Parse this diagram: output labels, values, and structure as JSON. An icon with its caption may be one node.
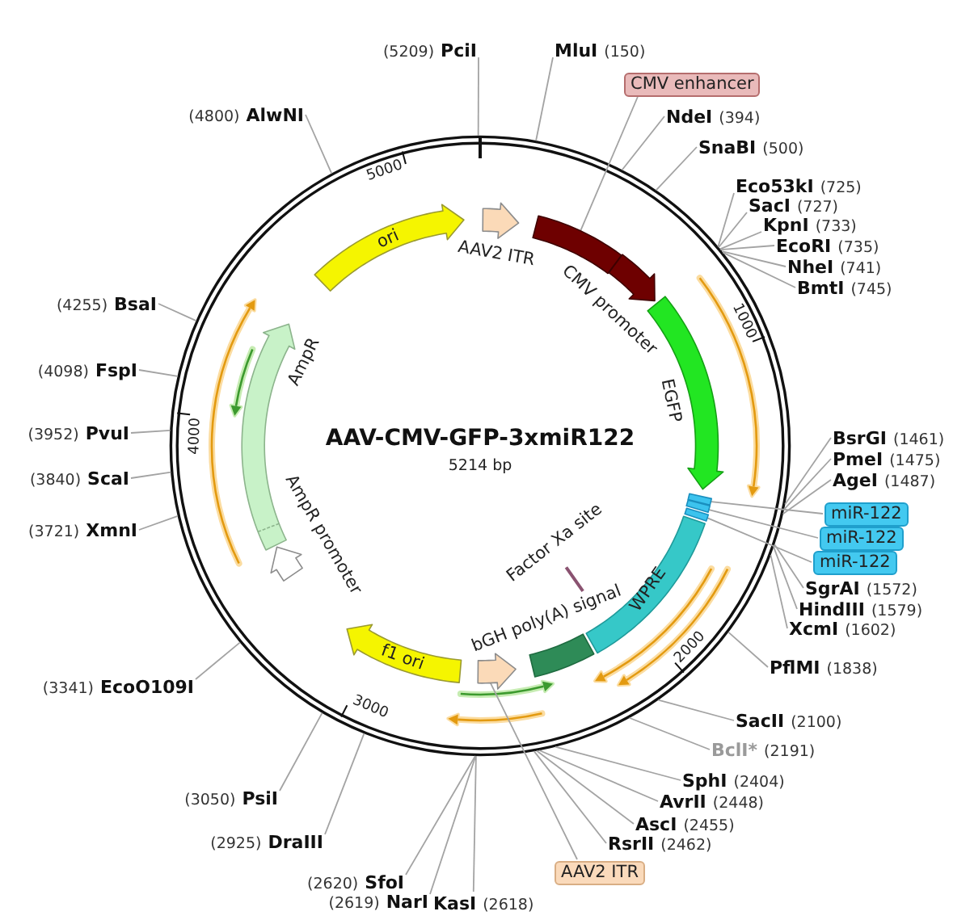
{
  "diagram": {
    "title": "AAV-CMV-GFP-3xmiR122",
    "nodes": [
      {
        "text": [
          "(5209)",
          "PciI"
        ]
      },
      {
        "text": [
          "MluI",
          "(150)"
        ]
      },
      {
        "text": [
          "CMV enhancer"
        ]
      },
      {
        "text": [
          "NdeI",
          "(394)"
        ]
      },
      {
        "text": [
          "SnaBI",
          "(500)"
        ]
      },
      {
        "text": [
          "Eco53kI",
          "(725)"
        ]
      },
      {
        "text": [
          "SacI",
          "(727)"
        ]
      },
      {
        "text": [
          "KpnI",
          "(733)"
        ]
      },
      {
        "text": [
          "EcoRI",
          "(735)"
        ]
      },
      {
        "text": [
          "NheI",
          "(741)"
        ]
      },
      {
        "text": [
          "BmtI",
          "(745)"
        ]
      },
      {
        "text": [
          "BsrGI",
          "(1461)"
        ]
      },
      {
        "text": [
          "PmeI",
          "(1475)"
        ]
      },
      {
        "text": [
          "AgeI",
          "(1487)"
        ]
      },
      {
        "text": [
          "miR-122"
        ]
      },
      {
        "text": [
          "miR-122"
        ]
      },
      {
        "text": [
          "miR-122"
        ]
      },
      {
        "text": [
          "SgrAI",
          "(1572)"
        ]
      },
      {
        "text": [
          "HindIII",
          "(1579)"
        ]
      },
      {
        "text": [
          "XcmI",
          "(1602)"
        ]
      },
      {
        "text": [
          "PflMI",
          "(1838)"
        ]
      },
      {
        "text": [
          "SacII",
          "(2100)"
        ]
      },
      {
        "text": [
          "BclI*",
          "(2191)"
        ]
      },
      {
        "text": [
          "SphI",
          "(2404)"
        ]
      },
      {
        "text": [
          "AvrII",
          "(2448)"
        ]
      },
      {
        "text": [
          "AscI",
          "(2455)"
        ]
      },
      {
        "text": [
          "RsrII",
          "(2462)"
        ]
      },
      {
        "text": [
          "AAV2 ITR"
        ]
      },
      {
        "text": [
          "KasI",
          "(2618)"
        ]
      },
      {
        "text": [
          "(2619)",
          "NarI"
        ]
      },
      {
        "text": [
          "(2620)",
          "SfoI"
        ]
      },
      {
        "text": [
          "(2925)",
          "DraIII"
        ]
      },
      {
        "text": [
          "(3050)",
          "PsiI"
        ]
      },
      {
        "text": [
          "(3341)",
          "EcoO109I"
        ]
      },
      {
        "text": [
          "(3721)",
          "XmnI"
        ]
      },
      {
        "text": [
          "(3840)",
          "ScaI"
        ]
      },
      {
        "text": [
          "(3952)",
          "PvuI"
        ]
      },
      {
        "text": [
          "(4098)",
          "FspI"
        ]
      },
      {
        "text": [
          "(4255)",
          "BsaI"
        ]
      },
      {
        "text": [
          "(4800)",
          "AlwNI"
        ]
      },
      {
        "text": [],
        "shape": "arrow",
        "beside": [
          "AAV2 ITR"
        ]
      },
      {
        "text": [],
        "shape": "bar"
      },
      {
        "text": [],
        "shape": "arrow",
        "beside": [
          "CMV promoter"
        ]
      },
      {
        "text": [],
        "shape": "arrow",
        "beside": [
          "EGFP"
        ]
      },
      {
        "text": [],
        "shape": "bar"
      },
      {
        "text": [],
        "shape": "bar"
      },
      {
        "text": [],
        "shape": "bar"
      },
      {
        "text": [
          "WPRE"
        ]
      },
      {
        "text": [],
        "shape": "bar",
        "beside": [
          "Factor Xa site"
        ]
      },
      {
        "text": [],
        "shape": "bar",
        "beside": [
          "bGH poly(A) signal"
        ]
      },
      {
        "text": [],
        "shape": "arrow"
      },
      {
        "text": [
          "f1 ori"
        ]
      },
      {
        "text": [],
        "shape": "arrow",
        "beside": [
          "AmpR promoter"
        ]
      },
      {
        "text": [],
        "shape": "arrow",
        "beside": [
          "AmpR"
        ]
      },
      {
        "text": [
          "ori"
        ]
      }
    ],
    "edges": [
      {
        "from": 0,
        "to": null,
        "arrow": "none"
      },
      {
        "from": 1,
        "to": null,
        "arrow": "none"
      },
      {
        "from": 2,
        "to": 41,
        "arrow": "none"
      },
      {
        "from": 3,
        "to": null,
        "arrow": "none"
      },
      {
        "from": 4,
        "to": null,
        "arrow": "none"
      },
      {
        "from": 5,
        "to": null,
        "arrow": "none"
      },
      {
        "from": 6,
        "to": null,
        "arrow": "none"
      },
      {
        "from": 7,
        "to": null,
        "arrow": "none"
      },
      {
        "from": 8,
        "to": null,
        "arrow": "none"
      },
      {
        "from": 9,
        "to": null,
        "arrow": "none"
      },
      {
        "from": 10,
        "to": null,
        "arrow": "none"
      },
      {
        "from": 11,
        "to": null,
        "arrow": "none"
      },
      {
        "from": 12,
        "to": null,
        "arrow": "none"
      },
      {
        "from": 13,
        "to": null,
        "arrow": "none"
      },
      {
        "from": 14,
        "to": 44,
        "arrow": "none"
      },
      {
        "from": 15,
        "to": 45,
        "arrow": "none"
      },
      {
        "from": 16,
        "to": 46,
        "arrow": "none"
      },
      {
        "from": 17,
        "to": null,
        "arrow": "none"
      },
      {
        "from": 18,
        "to": null,
        "arrow": "none"
      },
      {
        "from": 19,
        "to": null,
        "arrow": "none"
      },
      {
        "from": 20,
        "to": null,
        "arrow": "none"
      },
      {
        "from": 21,
        "to": null,
        "arrow": "none"
      },
      {
        "from": 22,
        "to": null,
        "arrow": "none"
      },
      {
        "from": 23,
        "to": null,
        "arrow": "none"
      },
      {
        "from": 24,
        "to": null,
        "arrow": "none"
      },
      {
        "from": 25,
        "to": null,
        "arrow": "none"
      },
      {
        "from": 26,
        "to": null,
        "arrow": "none"
      },
      {
        "from": 27,
        "to": 50,
        "arrow": "none"
      },
      {
        "from": 28,
        "to": null,
        "arrow": "none"
      },
      {
        "from": 29,
        "to": null,
        "arrow": "none"
      },
      {
        "from": 30,
        "to": null,
        "arrow": "none"
      },
      {
        "from": 31,
        "to": null,
        "arrow": "none"
      },
      {
        "from": 32,
        "to": null,
        "arrow": "none"
      },
      {
        "from": 33,
        "to": null,
        "arrow": "none"
      },
      {
        "from": 34,
        "to": null,
        "arrow": "none"
      },
      {
        "from": 35,
        "to": null,
        "arrow": "none"
      },
      {
        "from": 36,
        "to": null,
        "arrow": "none"
      },
      {
        "from": 37,
        "to": null,
        "arrow": "none"
      },
      {
        "from": 38,
        "to": null,
        "arrow": "none"
      },
      {
        "from": 39,
        "to": null,
        "arrow": "none"
      }
    ],
    "labels": [
      "5000",
      "1000",
      "4000",
      "5214 bp",
      "2000",
      "3000"
    ]
  }
}
